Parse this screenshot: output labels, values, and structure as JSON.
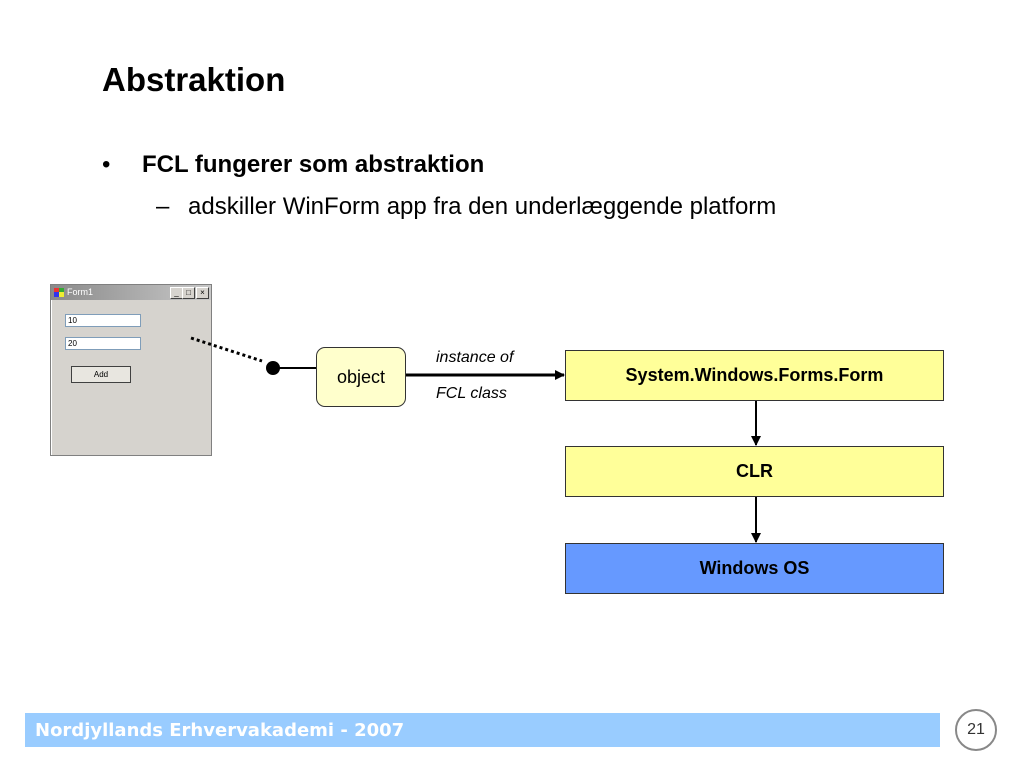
{
  "slide": {
    "title": "Abstraktion",
    "bullet": "FCL fungerer som abstraktion",
    "bullet_marker": "•",
    "sub_bullet": "adskiller WinForm app fra den underlæggende platform",
    "sub_marker": "–"
  },
  "form_window": {
    "title": "Form1",
    "min_glyph": "_",
    "max_glyph": "□",
    "close_glyph": "×",
    "input1_value": "10",
    "input2_value": "20",
    "add_label": "Add"
  },
  "diagram": {
    "object_label": "object",
    "edge_top_label": "instance of",
    "edge_bottom_label": "FCL class",
    "boxes": {
      "form": "System.Windows.Forms.Form",
      "clr": "CLR",
      "os": "Windows OS"
    },
    "colors": {
      "object_fill": "#ffffcc",
      "fcl_fill": "#ffff99",
      "os_fill": "#6699ff"
    }
  },
  "footer": {
    "text": "Nordjyllands Erhvervakademi - 2007",
    "page_number": "21",
    "bar_color": "#99ccff"
  }
}
